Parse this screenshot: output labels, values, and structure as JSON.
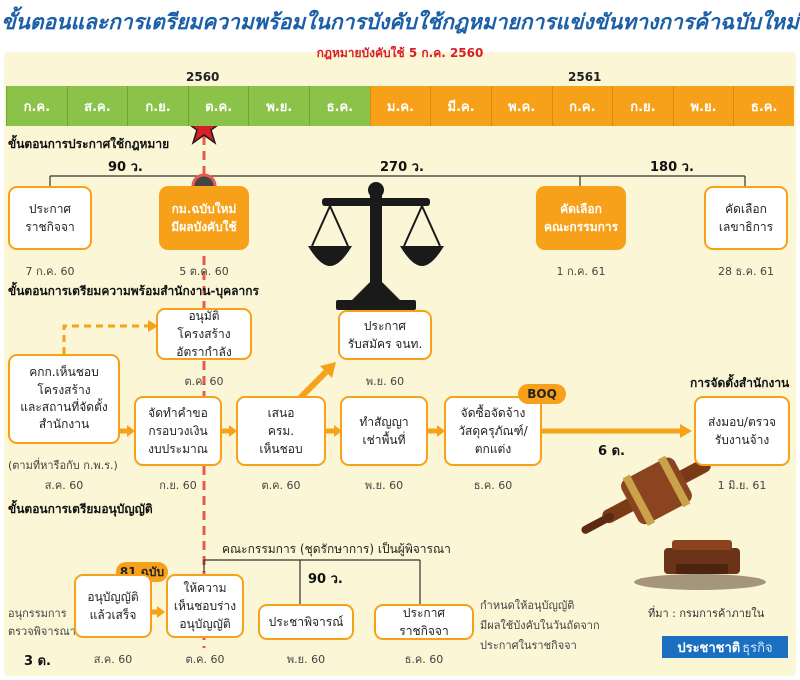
{
  "header": {
    "title": "ขั้นตอนและการเตรียมความพร้อมในการบังคับใช้กฎหมายการแข่งขันทางการค้าฉบับใหม่",
    "subtitle": "กฎหมายบังคับใช้ 5 ก.ค. 2560"
  },
  "timeline": {
    "year_2560": "2560",
    "year_2561": "2561",
    "months": [
      "ก.ค.",
      "ส.ค.",
      "ก.ย.",
      "ต.ค.",
      "พ.ย.",
      "ธ.ค.",
      "ม.ค.",
      "มี.ค.",
      "พ.ค.",
      "ก.ค.",
      "ก.ย.",
      "พ.ย.",
      "ธ.ค."
    ]
  },
  "section1": {
    "heading": "ขั้นตอนการประกาศใช้กฎหมาย",
    "dur_90": "90 ว.",
    "dur_270": "270 ว.",
    "dur_180": "180 ว.",
    "box_announce_l1": "ประกาศ",
    "box_announce_l2": "ราชกิจจา",
    "date_announce": "7 ก.ค. 60",
    "box_effective_l1": "กม.ฉบับใหม่",
    "box_effective_l2": "มีผลบังคับใช้",
    "date_effective": "5 ต.ค. 60",
    "box_select_committee_l1": "คัดเลือก",
    "box_select_committee_l2": "คณะกรรมการ",
    "date_select_committee": "1 ก.ค. 61",
    "box_select_secretary_l1": "คัดเลือก",
    "box_select_secretary_l2": "เลขาธิการ",
    "date_select_secretary": "28 ธ.ค. 61"
  },
  "section2": {
    "heading": "ขั้นตอนการเตรียมความพร้อมสำนักงาน-บุคลากร",
    "box_approve_structure_l1": "อนุมัติโครงสร้าง",
    "box_approve_structure_l2": "อัตรากำลัง",
    "date_approve_structure": "ต.ค. 60",
    "box_recruit_l1": "ประกาศ",
    "box_recruit_l2": "รับสมัคร จนท.",
    "date_recruit": "พ.ย. 60",
    "box_kkt_l1": "คกก.เห็นชอบ",
    "box_kkt_l2": "โครงสร้าง",
    "box_kkt_l3": "และสถานที่จัดตั้ง",
    "box_kkt_l4": "สำนักงาน",
    "note_kkt": "(ตามที่หารือกับ ก.พ.ร.)",
    "date_kkt": "ส.ค. 60",
    "box_budget_l1": "จัดทำคำขอ",
    "box_budget_l2": "กรอบวงเงิน",
    "box_budget_l3": "งบประมาณ",
    "date_budget": "ก.ย. 60",
    "box_propose_l1": "เสนอ",
    "box_propose_l2": "ครม.",
    "box_propose_l3": "เห็นชอบ",
    "date_propose": "ต.ค. 60",
    "box_lease_l1": "ทำสัญญา",
    "box_lease_l2": "เช่าพื้นที่",
    "date_lease": "พ.ย. 60",
    "badge_boq": "BOQ",
    "box_procure_l1": "จัดซื้อจัดจ้าง",
    "box_procure_l2": "วัสดุครุภัณฑ์/",
    "box_procure_l3": "ตกแต่ง",
    "date_procure": "ธ.ค. 60",
    "dur_6d": "6 ด.",
    "label_office_setup": "การจัดตั้งสำนักงาน",
    "box_handover_l1": "ส่งมอบ/ตรวจ",
    "box_handover_l2": "รับงานจ้าง",
    "date_handover": "1 มิ.ย. 61"
  },
  "section3": {
    "heading": "ขั้นตอนการเตรียมอนุบัญญัติ",
    "committee_label": "คณะกรรมการ (ชุดรักษาการ) เป็นผู้พิจารณา",
    "dur_90": "90 ว.",
    "note_subcommittee_l1": "อนุกรรมการ",
    "note_subcommittee_l2": "ตรวจพิจารณา",
    "dur_3m": "3 ด.",
    "badge_81": "81 ฉบับ",
    "box_subleg_done_l1": "อนุบัญญัติ",
    "box_subleg_done_l2": "แล้วเสร็จ",
    "date_subleg_done": "ส.ค. 60",
    "box_approve_draft_l1": "ให้ความ",
    "box_approve_draft_l2": "เห็นชอบร่าง",
    "box_approve_draft_l3": "อนุบัญญัติ",
    "date_approve_draft": "ต.ค. 60",
    "box_hearing": "ประชาพิจารณ์",
    "date_hearing": "พ.ย. 60",
    "box_gazette": "ประกาศราชกิจจา",
    "date_gazette": "ธ.ค. 60",
    "note_effective_l1": "กำหนดให้อนุบัญญัติ",
    "note_effective_l2": "มีผลใช้บังคับในวันถัดจาก",
    "note_effective_l3": "ประกาศในราชกิจจา"
  },
  "footer": {
    "source": "ที่มา : กรมการค้าภายใน",
    "logo_a": "ประชาชาติ",
    "logo_b": "ธุรกิจ"
  },
  "colors": {
    "title_blue": "#1b5fa8",
    "accent_orange": "#f7a11a",
    "green": "#8bc34a",
    "red": "#d81f26",
    "background": "#fbf6d6"
  }
}
